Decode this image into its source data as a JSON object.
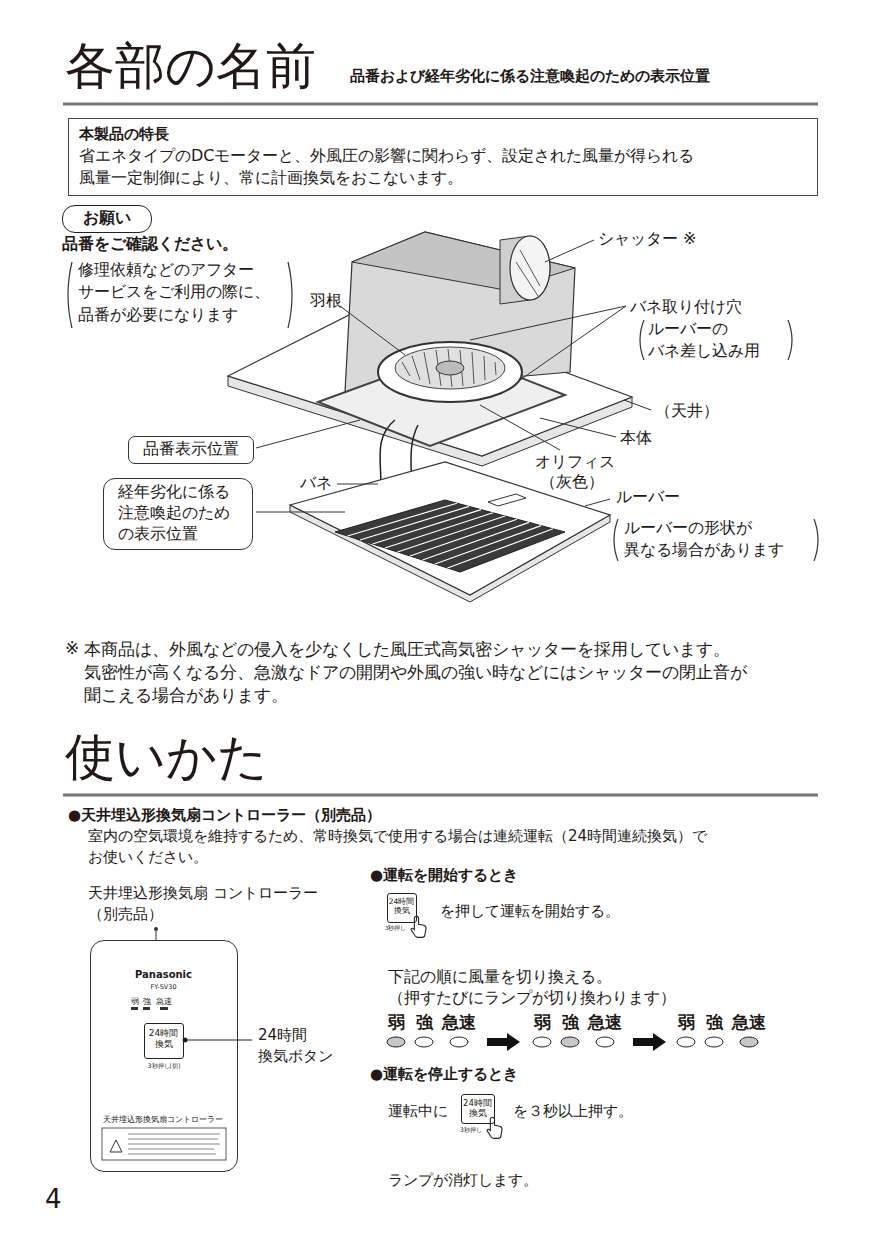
{
  "diagram": {
    "title": "各部の名前",
    "nodes": [
      {
        "text": [
          "本製品の特長",
          "省エネタイプのDCモーターと、外風圧の影響に関わらず、設定された風量が得られる 風量一定制御により、常に計画換気をおこないます。"
        ]
      },
      {
        "text": [
          "お願い"
        ]
      },
      {
        "text": [
          "品番表示位置"
        ]
      },
      {
        "text": [
          "経年劣化に係る 注意喚起のため の表示位置"
        ]
      },
      {
        "text": [
          "Panasonic",
          "FY-SV30",
          "弱",
          "強",
          "急速",
          "天井埋込形換気扇コントローラー"
        ]
      },
      {
        "text": [
          "24時間 換気",
          "3秒押し[切]"
        ],
        "in": 4
      },
      {
        "text": [
          "24時間 換気",
          "3秒押し"
        ]
      },
      {
        "text": [
          "24時間 換気",
          "3秒押し"
        ]
      }
    ],
    "labels": [
      "品番および経年劣化に係る注意喚起のための表示位置",
      "品番をご確認ください。",
      "修理依頼などのアフター サービスをご利用の際に、 品番が必要になります",
      "シャッター ※",
      "羽根",
      "バネ取り付け穴",
      "ルーバーの バネ差し込み用",
      "（天井）",
      "本体",
      "オリフィス",
      "（灰色）",
      "バネ",
      "ルーバー",
      "ルーバーの形状が 異なる場合があります",
      "※",
      "本商品は、外風などの侵入を少なくした風圧式高気密シャッターを採用しています。 気密性が高くなる分、急激なドアの開閉や外風の強い時などにはシャッターの閉止音が 聞こえる場合があります。",
      "使いかた",
      "●天井埋込形換気扇コントローラー（別売品）",
      "室内の空気環境を維持するため、常時換気で使用する場合は連続運転（24時間連続換気）で お使いください。",
      "天井埋込形換気扇 コントローラー（別売品）",
      "●運転を開始するとき",
      "を押して運転を開始する。",
      "下記の順に風量を切り換える。",
      "（押すたびにランプが切り換わります）",
      "弱",
      "強",
      "急速",
      "弱",
      "強",
      "急速",
      "弱",
      "強",
      "急速",
      "●運転を停止するとき",
      "運転中に",
      "を３秒以上押す。",
      "ランプが消灯します。",
      "24時間 換気ボタン",
      "4"
    ]
  }
}
